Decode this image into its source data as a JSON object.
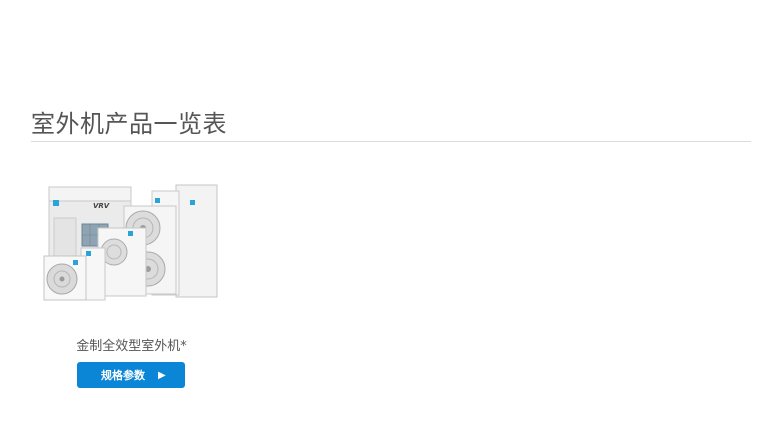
{
  "page": {
    "title": "室外机产品一览表"
  },
  "products": [
    {
      "name": "金制全效型室外机*",
      "button_label": "规格参数",
      "button_icon": "play-arrow-icon",
      "image_brand_text": "VRV"
    }
  ],
  "colors": {
    "button": "#0b86d7",
    "title": "#555555",
    "divider": "#dcdcdc"
  }
}
